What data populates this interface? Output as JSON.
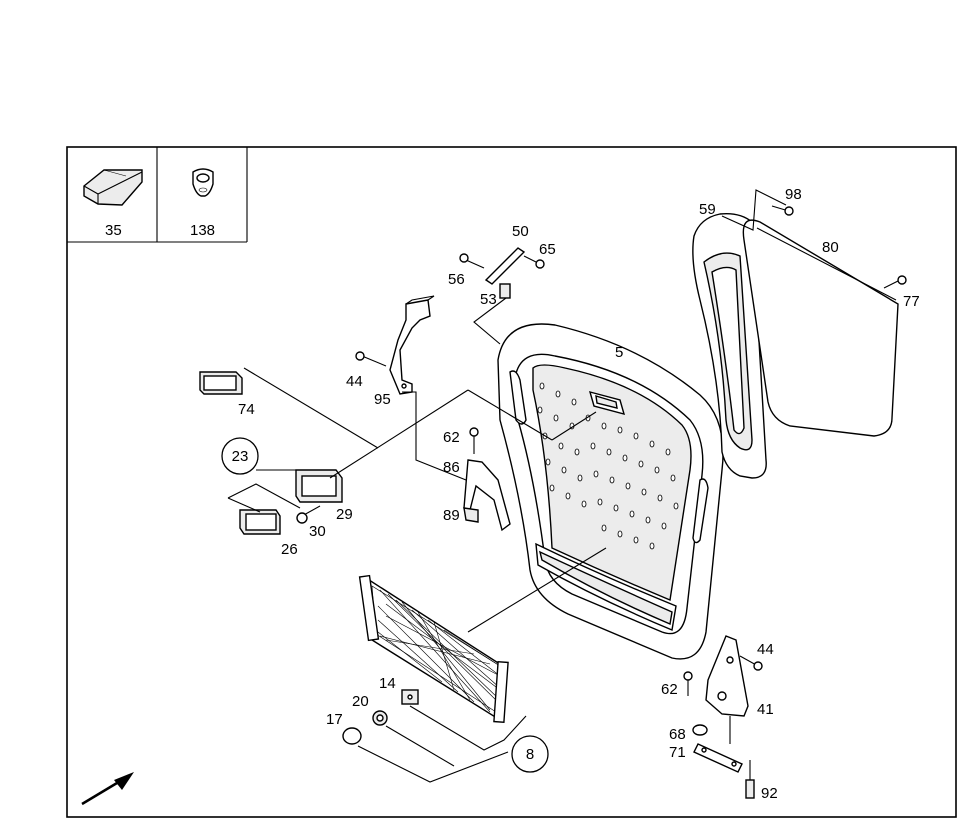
{
  "legend": [
    {
      "label": "35",
      "icon": "rubber-pad-icon"
    },
    {
      "label": "138",
      "icon": "clip-nut-icon"
    }
  ],
  "callouts": {
    "c5": "5",
    "c8": "8",
    "c14": "14",
    "c17": "17",
    "c20": "20",
    "c23": "23",
    "c26": "26",
    "c29": "29",
    "c30": "30",
    "c41": "41",
    "c44a": "44",
    "c44b": "44",
    "c50": "50",
    "c53": "53",
    "c56": "56",
    "c59": "59",
    "c62a": "62",
    "c62b": "62",
    "c65": "65",
    "c68": "68",
    "c71": "71",
    "c74": "74",
    "c77": "77",
    "c80": "80",
    "c86": "86",
    "c89": "89",
    "c92": "92",
    "c95": "95",
    "c98": "98"
  },
  "colors": {
    "line": "#000000",
    "background": "#ffffff",
    "shade": "#ececec"
  }
}
